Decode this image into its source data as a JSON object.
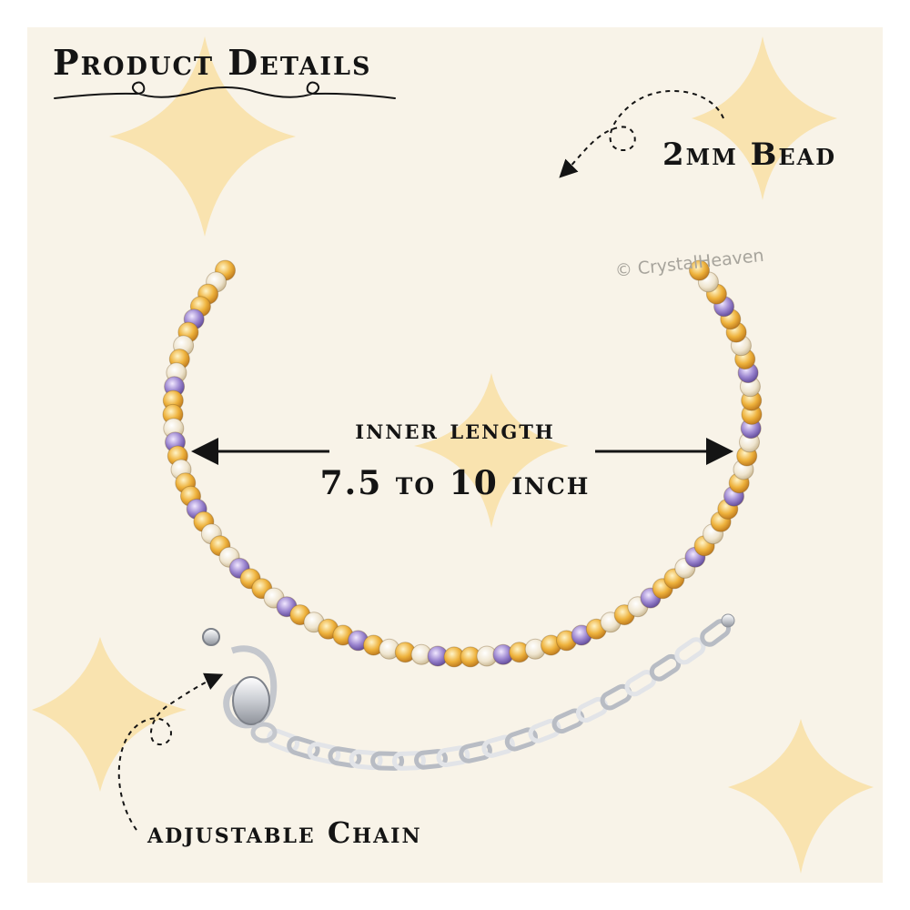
{
  "header": {
    "title": "Product Details"
  },
  "callouts": {
    "bead": "2mm Bead",
    "inner_length_title": "inner length",
    "inner_length_value": "7.5 to 10 inch",
    "chain": "adjustable Chain"
  },
  "watermark": "© CrystalHeaven",
  "colors": {
    "background": "#f8f3e8",
    "star": "#f9dfa4",
    "citrine": "#e7a52a",
    "amethyst": "#8d76c4",
    "clear_quartz": "#efe6d2",
    "silver": "#d9dbe0",
    "ink": "#141414"
  }
}
